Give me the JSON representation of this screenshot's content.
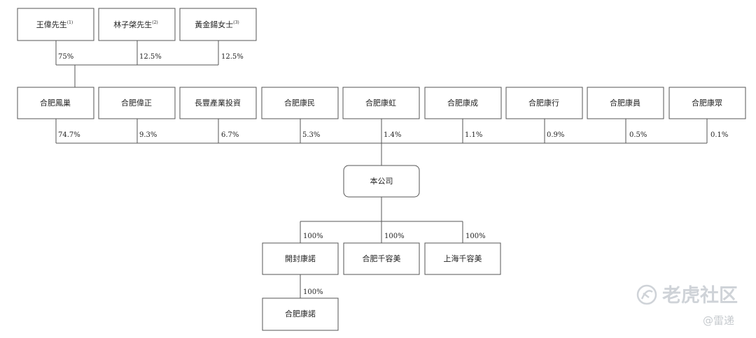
{
  "shareholders": [
    {
      "name": "王偉先生",
      "note": "(1)",
      "pct": "75%"
    },
    {
      "name": "林子棨先生",
      "note": "(2)",
      "pct": "12.5%"
    },
    {
      "name": "黃金鍚女士",
      "note": "(3)",
      "pct": "12.5%"
    }
  ],
  "entities": [
    {
      "name": "合肥鳳巢",
      "pct": "74.7%"
    },
    {
      "name": "合肥偉正",
      "pct": "9.3%"
    },
    {
      "name": "長豐產業投資",
      "pct": "6.7%"
    },
    {
      "name": "合肥康民",
      "pct": "5.3%"
    },
    {
      "name": "合肥康虹",
      "pct": "1.4%"
    },
    {
      "name": "合肥康成",
      "pct": "1.1%"
    },
    {
      "name": "合肥康行",
      "pct": "0.9%"
    },
    {
      "name": "合肥康員",
      "pct": "0.5%"
    },
    {
      "name": "合肥康眾",
      "pct": "0.1%"
    }
  ],
  "company": {
    "name": "本公司"
  },
  "subsidiaries": [
    {
      "name": "開封康諾",
      "pct": "100%"
    },
    {
      "name": "合肥千容美",
      "pct": "100%"
    },
    {
      "name": "上海千容美",
      "pct": "100%"
    }
  ],
  "sub_subsidiary": {
    "name": "合肥康諾",
    "pct": "100%"
  },
  "watermark": {
    "brand": "老虎社区",
    "handle": "@雷递"
  },
  "colors": {
    "stroke": "#555555",
    "text": "#222222",
    "watermark": "#cfd3d8"
  }
}
